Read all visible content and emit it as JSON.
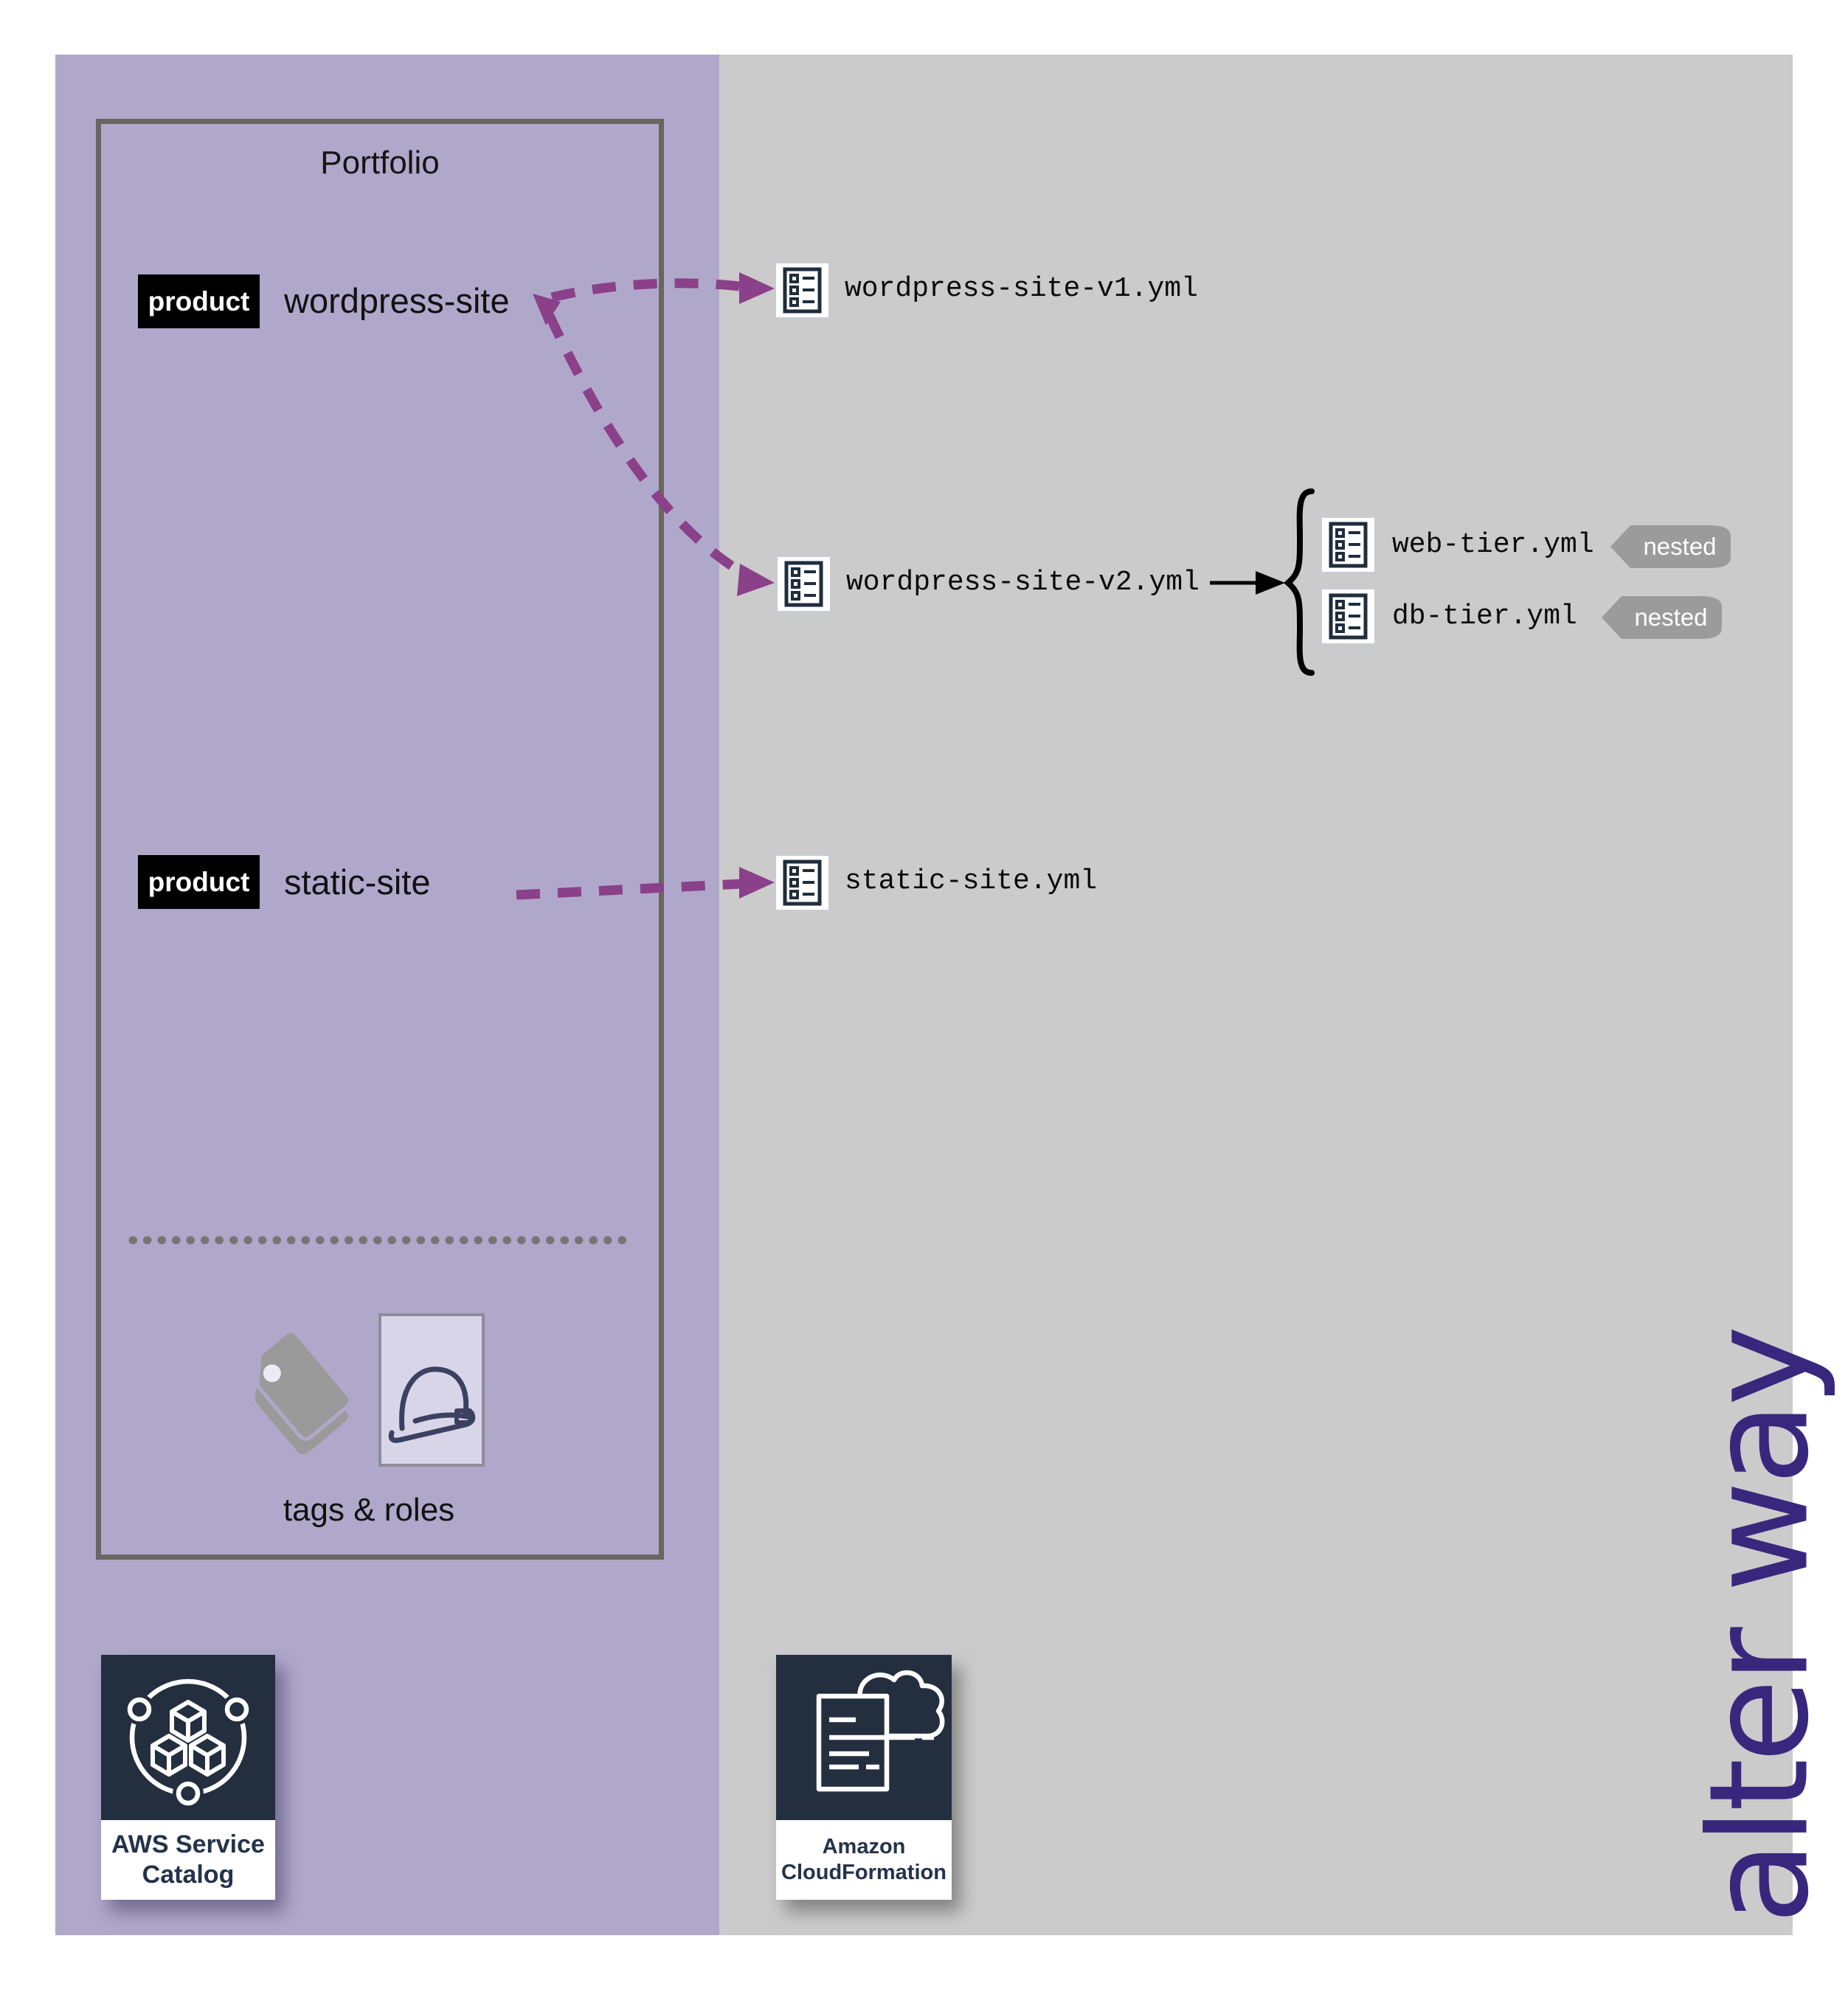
{
  "colors": {
    "panel_purple": "#b0a8ca",
    "panel_gray": "#cbcbcb",
    "arrow_purple": "#8a4189",
    "aws_navy": "#232f3e",
    "alterway_indigo": "#37287d",
    "nested_badge_gray": "#9b9b9b",
    "portfolio_border_gray": "#67665f"
  },
  "portfolio": {
    "label": "Portfolio",
    "products": [
      {
        "badge": "product",
        "name": "wordpress-site"
      },
      {
        "badge": "product",
        "name": "static-site"
      }
    ],
    "footer_label": "tags & roles"
  },
  "files": {
    "v1": {
      "name": "wordpress-site-v1.yml"
    },
    "v2": {
      "name": "wordpress-site-v2.yml"
    },
    "static": {
      "name": "static-site.yml"
    },
    "web": {
      "name": "web-tier.yml",
      "badge": "nested"
    },
    "db": {
      "name": "db-tier.yml",
      "badge": "nested"
    }
  },
  "logos": {
    "service_catalog": {
      "line1": "AWS Service",
      "line2": "Catalog"
    },
    "cloudformation": {
      "line1": "Amazon",
      "line2": "CloudFormation"
    }
  },
  "watermark": {
    "text": "alter way"
  }
}
